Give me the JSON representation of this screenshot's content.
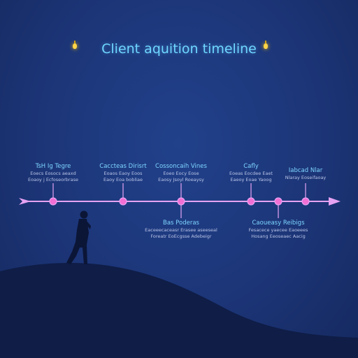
{
  "title": "Client aquition timeline",
  "colors": {
    "background": "#1c3577",
    "timeline": "#e6a3f3",
    "node_fill": "#f26fd4",
    "title": "#6fd7ff",
    "event_title": "#7fd6ff",
    "event_desc": "#b9c4e6",
    "hill": "#0f1d47",
    "figure": "#0b1536",
    "lamp": "#ffd447"
  },
  "icons": [
    "lamp-icon",
    "arrow-left-icon",
    "arrow-right-icon",
    "person-silhouette"
  ],
  "events": [
    {
      "title": "TsH Ig Tegre",
      "lines": [
        "Eoecs Eosocs aeaxd",
        "Eoaoy j Ecfoseorbrase"
      ],
      "side": "above"
    },
    {
      "title": "Caccteas Dirisrt",
      "lines": [
        "Eoaos Eaoy Eoos",
        "Eaoy Eoa bobliae"
      ],
      "side": "above"
    },
    {
      "title": "Cossoncaih Vines",
      "lines": [
        "Eoeo Eocy Eose",
        "Eaosy Jsoyl Roeaysy"
      ],
      "side": "above"
    },
    {
      "title": "Bas Poderas",
      "lines": [
        "Eaceeecaceasr Erasee aseeseal",
        "Foreatr EoEcgsse Adebeigr"
      ],
      "side": "below"
    },
    {
      "title": "Cafly",
      "lines": [
        "Eoeas Eocdee Eaet",
        "Eaeoy Eoae Yaoog"
      ],
      "side": "above"
    },
    {
      "title": "Caoueasy Reibigs",
      "lines": [
        "Fesacece yaecee Eaoeees",
        "Hosang Eeoseaec Aacig"
      ],
      "side": "below"
    },
    {
      "title": "Iabcad Nlar",
      "lines": [
        "Nlaray Eoseifaoay"
      ],
      "side": "above"
    }
  ]
}
